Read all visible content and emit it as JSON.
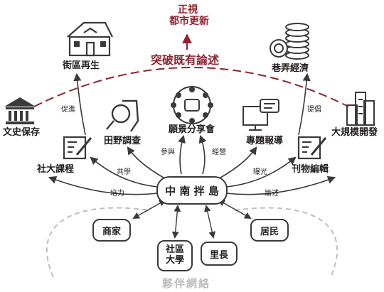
{
  "top_goal": {
    "line1": "正視",
    "line2": "都市更新"
  },
  "break_through": "突破既有論述",
  "outer": {
    "left_far": "文史保存",
    "left_mid": "街區再生",
    "right_mid": "巷弄經濟",
    "right_far": "大規模開發"
  },
  "outer_verbs": {
    "left": "促進",
    "right": "提倡"
  },
  "tools": {
    "community_course": "社大課程",
    "field_survey": "田野調查",
    "vision_meeting": "願景分享會",
    "feature_report": "專題報導",
    "publication": "刊物編輯"
  },
  "link_verbs": {
    "cultivate": "培力",
    "co_learn": "共學",
    "participate": "參與",
    "operate": "經營",
    "expose": "曝光",
    "discourse": "論述"
  },
  "center": "中 南 拌 島",
  "partners": {
    "merchants": "商家",
    "university_l1": "社區",
    "university_l2": "大學",
    "village_chief": "里長",
    "residents": "居民"
  },
  "network_label": "夥伴網絡",
  "colors": {
    "accent": "#8f2430",
    "ink": "#3a3a3a",
    "network": "#bdbdbd"
  }
}
